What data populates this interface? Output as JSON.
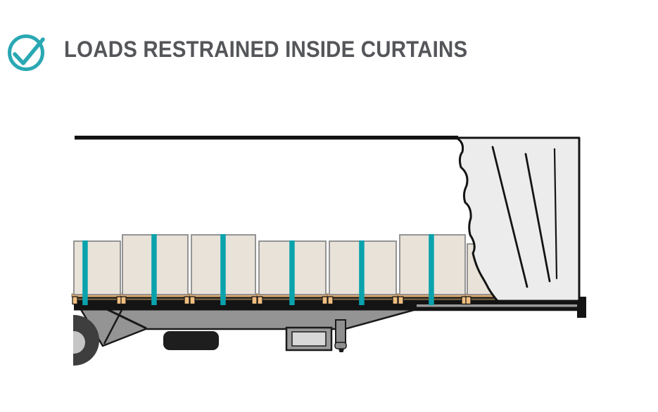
{
  "header": {
    "title": "LOADS RESTRAINED INSIDE CURTAINS",
    "icon": "check-circle-icon"
  },
  "colors": {
    "accent_teal": "#29A8B3",
    "strap_teal": "#0AA2AC",
    "title_gray": "#55565A",
    "box_fill": "#E8E2D9",
    "box_border": "#8A8A8A",
    "curtain_fill": "#ECECEC",
    "chassis_gray": "#949494",
    "pallet_tan": "#F0BE80",
    "outline_black": "#141414"
  },
  "illustration": {
    "subject": "curtain-side trailer, loads strapped inside curtains",
    "box_count": 7,
    "strap_count": 6
  }
}
